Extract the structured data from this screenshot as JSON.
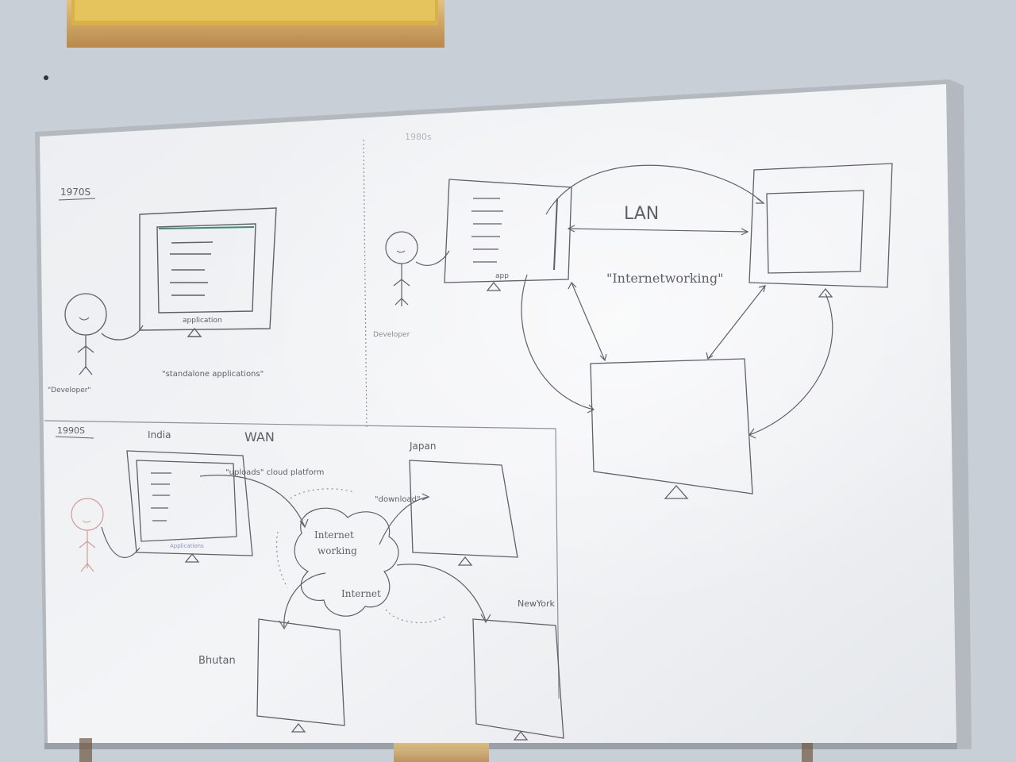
{
  "labels": {
    "era_1970s": "1970S",
    "era_1980s": "1980s",
    "era_1990s": "1990S",
    "application": "application",
    "developer_left": "\"Developer\"",
    "standalone": "\"standalone applications\"",
    "developer_top": "Developer",
    "app": "app",
    "lan": "LAN",
    "internetworking": "\"Internetworking\"",
    "india": "India",
    "wan": "WAN",
    "japan": "Japan",
    "uploads_cloud": "\"uploads\" cloud platform",
    "download": "\"download\"",
    "cloud_text_1": "Internet",
    "cloud_text_2": "working",
    "cloud_text_3": "Internet",
    "applications_small": "Applications",
    "bhutan": "Bhutan",
    "new_york": "NewYork"
  },
  "colors": {
    "wall": "#c9cfd6",
    "board": "#eef0f3",
    "ink": "#5d6168",
    "frame": "#a8adb3",
    "wood": "#c89a5c",
    "gold": "#d9b04a"
  }
}
